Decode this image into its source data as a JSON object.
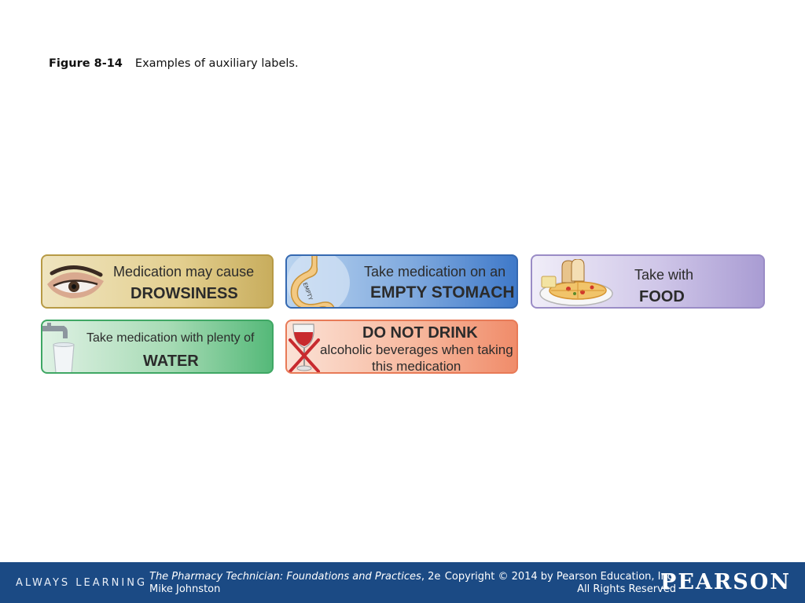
{
  "caption": {
    "figure_number": "Figure 8-14",
    "text": "Examples of auxiliary labels."
  },
  "labels": {
    "drowsiness": {
      "line1": "Medication may cause",
      "line2": "DROWSINESS",
      "icon": "eye-icon",
      "color": "#e3cf8f"
    },
    "empty_stomach": {
      "line1": "Take medication on an",
      "line2": "EMPTY STOMACH",
      "icon_text": "EMPTY",
      "icon": "stomach-icon",
      "color": "#4f86d0"
    },
    "food": {
      "line1": "Take with",
      "line2": "FOOD",
      "icon": "food-plate-icon",
      "color": "#b8acdb"
    },
    "water": {
      "line1": "Take medication with plenty of",
      "line2": "WATER",
      "icon": "faucet-glass-icon",
      "color": "#6cc58a"
    },
    "alcohol": {
      "line1": "DO NOT DRINK",
      "line2": "alcoholic beverages when taking",
      "line3": "this medication",
      "icon": "no-wine-icon",
      "color": "#f4a384"
    }
  },
  "footer": {
    "tagline": "ALWAYS LEARNING",
    "book_title": "The Pharmacy Technician: Foundations and Practices",
    "edition": ", 2e",
    "author": "Mike Johnston",
    "copyright": "Copyright © 2014 by Pearson Education, Inc.",
    "rights": "All Rights Reserved",
    "brand": "PEARSON",
    "background": "#1b4a84"
  }
}
